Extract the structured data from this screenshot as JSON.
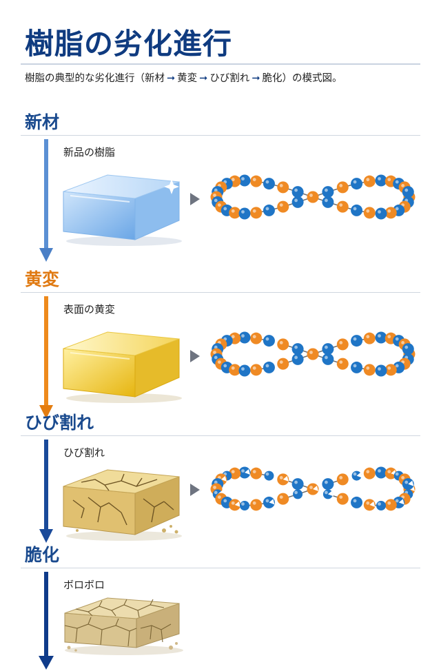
{
  "title": "樹脂の劣化進行",
  "subtitle": {
    "lead": "樹脂の典型的な劣化進行（新材",
    "arrow_char": "➞",
    "mid1": "黄変",
    "mid2": "ひび割れ",
    "tail": "脆化）の模式図。"
  },
  "colors": {
    "title": "#0f3b80",
    "heading_blue": "#1a4a8e",
    "heading_orange": "#e07a12",
    "bead_orange": "#ef8a24",
    "bead_blue": "#1f75c6",
    "arrow_stage1": "#5b90d4",
    "arrow_stage2": "#ee8a1c",
    "arrow_stage3": "#1a4a9a",
    "arrow_stage4": "#0f3b8a"
  },
  "stages": [
    {
      "heading": "新材",
      "label": "新品の樹脂",
      "block_icon": "clear-resin-block-icon",
      "chain_icon": "intact-polymer-chain-icon"
    },
    {
      "heading": "黄変",
      "label": "表面の黄変",
      "block_icon": "yellowed-resin-block-icon",
      "chain_icon": "slightly-broken-polymer-chain-icon"
    },
    {
      "heading": "ひび割れ",
      "label": "ひび割れ",
      "block_icon": "cracked-resin-block-icon",
      "chain_icon": "fragmented-polymer-chain-icon"
    },
    {
      "heading": "脆化",
      "label": "ボロボロ",
      "block_icon": "crumbling-resin-block-icon",
      "chain_icon": ""
    }
  ]
}
